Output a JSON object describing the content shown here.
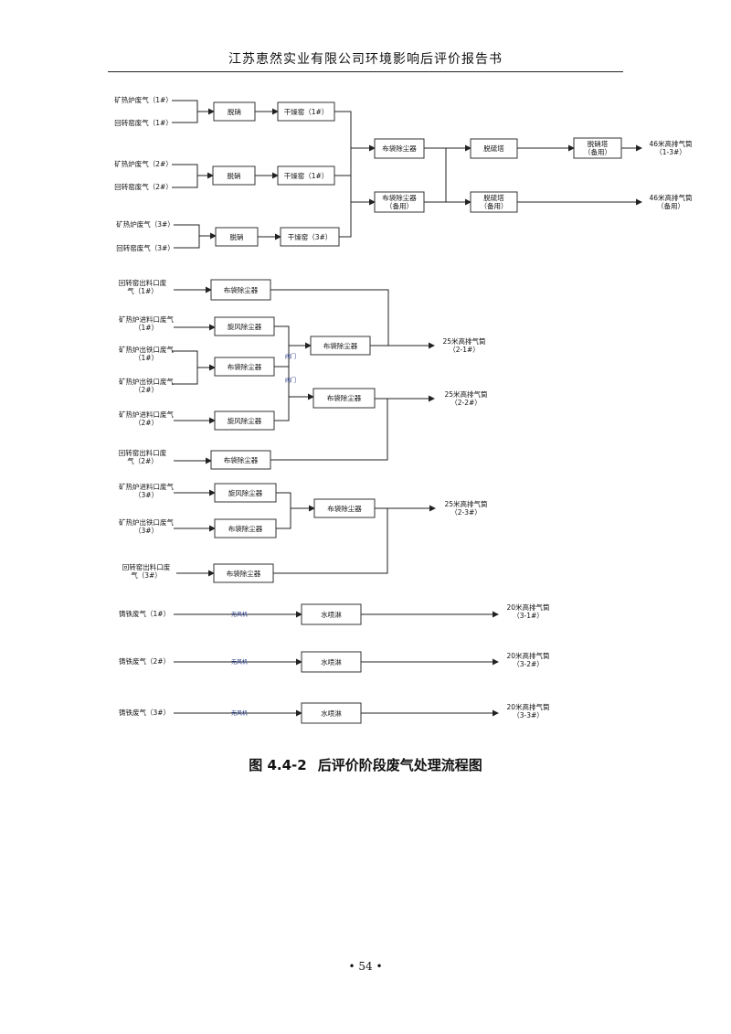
{
  "header": {
    "title": "江苏恵然实业有限公司环境影响后评价报告书"
  },
  "caption": {
    "number": "图 4.4-2",
    "title": "后评价阶段废气处理流程图"
  },
  "page": {
    "number": "• 54 •"
  },
  "flow": {
    "sources": {
      "s1": [
        "矿热炉废气（1#）"
      ],
      "s2": [
        "回转窑废气（1#）"
      ],
      "s3": [
        "矿热炉废气（2#）"
      ],
      "s4": [
        "回转窑废气（2#）"
      ],
      "s5": [
        "矿热炉废气（3#）"
      ],
      "s6": [
        "回转窑废气（3#）"
      ],
      "s7": [
        "回转窑出料口废",
        "气（1#）"
      ],
      "s8": [
        "矿热炉进料口废气",
        "（1#）"
      ],
      "s9": [
        "矿热炉出铁口废气",
        "（1#）"
      ],
      "s10": [
        "矿热炉出铁口废气",
        "（2#）"
      ],
      "s11": [
        "矿热炉进料口废气",
        "（2#）"
      ],
      "s12": [
        "回转窑出料口废",
        "气（2#）"
      ],
      "s13": [
        "矿热炉进料口废气",
        "（3#）"
      ],
      "s14": [
        "矿热炉出铁口废气",
        "（3#）"
      ],
      "s15": [
        "回转窑出料口废",
        "气（3#）"
      ],
      "s16": [
        "铸铁废气（1#）"
      ],
      "s17": [
        "铸铁废气（2#）"
      ],
      "s18": [
        "铸铁废气（3#）"
      ]
    },
    "boxes": {
      "b1": [
        "脱硝"
      ],
      "b2": [
        "干燥窑（1#）"
      ],
      "b3": [
        "脱硝"
      ],
      "b4": [
        "干燥窑（1#）"
      ],
      "b5": [
        "脱硝"
      ],
      "b6": [
        "干燥窑（3#）"
      ],
      "b7": [
        "布袋除尘器"
      ],
      "b8": [
        "布袋除尘器",
        "（备用）"
      ],
      "b9": [
        "脱硫塔"
      ],
      "b10": [
        "脱硫塔",
        "（备用）"
      ],
      "b11": [
        "脱硝塔",
        "（备用）"
      ],
      "b12": [
        "布袋除尘器"
      ],
      "b13": [
        "旋风除尘器"
      ],
      "b14": [
        "布袋除尘器"
      ],
      "b15": [
        "旋风除尘器"
      ],
      "b16": [
        "布袋除尘器"
      ],
      "b17": [
        "布袋除尘器"
      ],
      "b18": [
        "布袋除尘器"
      ],
      "b19": [
        "旋风除尘器"
      ],
      "b20": [
        "布袋除尘器"
      ],
      "b21": [
        "布袋除尘器"
      ],
      "b22": [
        "布袋除尘器"
      ],
      "b23": [
        "水喷淋"
      ],
      "b24": [
        "水喷淋"
      ],
      "b25": [
        "水喷淋"
      ]
    },
    "stacks": {
      "t1": [
        "46米高排气筒",
        "（1-3#）"
      ],
      "t2": [
        "46米高排气筒",
        "（备用）"
      ],
      "t3": [
        "25米高排气筒",
        "（2-1#）"
      ],
      "t4": [
        "25米高排气筒",
        "（2-2#）"
      ],
      "t5": [
        "25米高排气筒",
        "（2-3#）"
      ],
      "t6": [
        "20米高排气筒",
        "（3-1#）"
      ],
      "t7": [
        "20米高排气筒",
        "（3-2#）"
      ],
      "t8": [
        "20米高排气筒",
        "（3-3#）"
      ]
    },
    "valves": {
      "v1": "阀门",
      "v2": "阀门"
    },
    "fans": {
      "f1": "无风机",
      "f2": "无风机",
      "f3": "无风机"
    }
  }
}
